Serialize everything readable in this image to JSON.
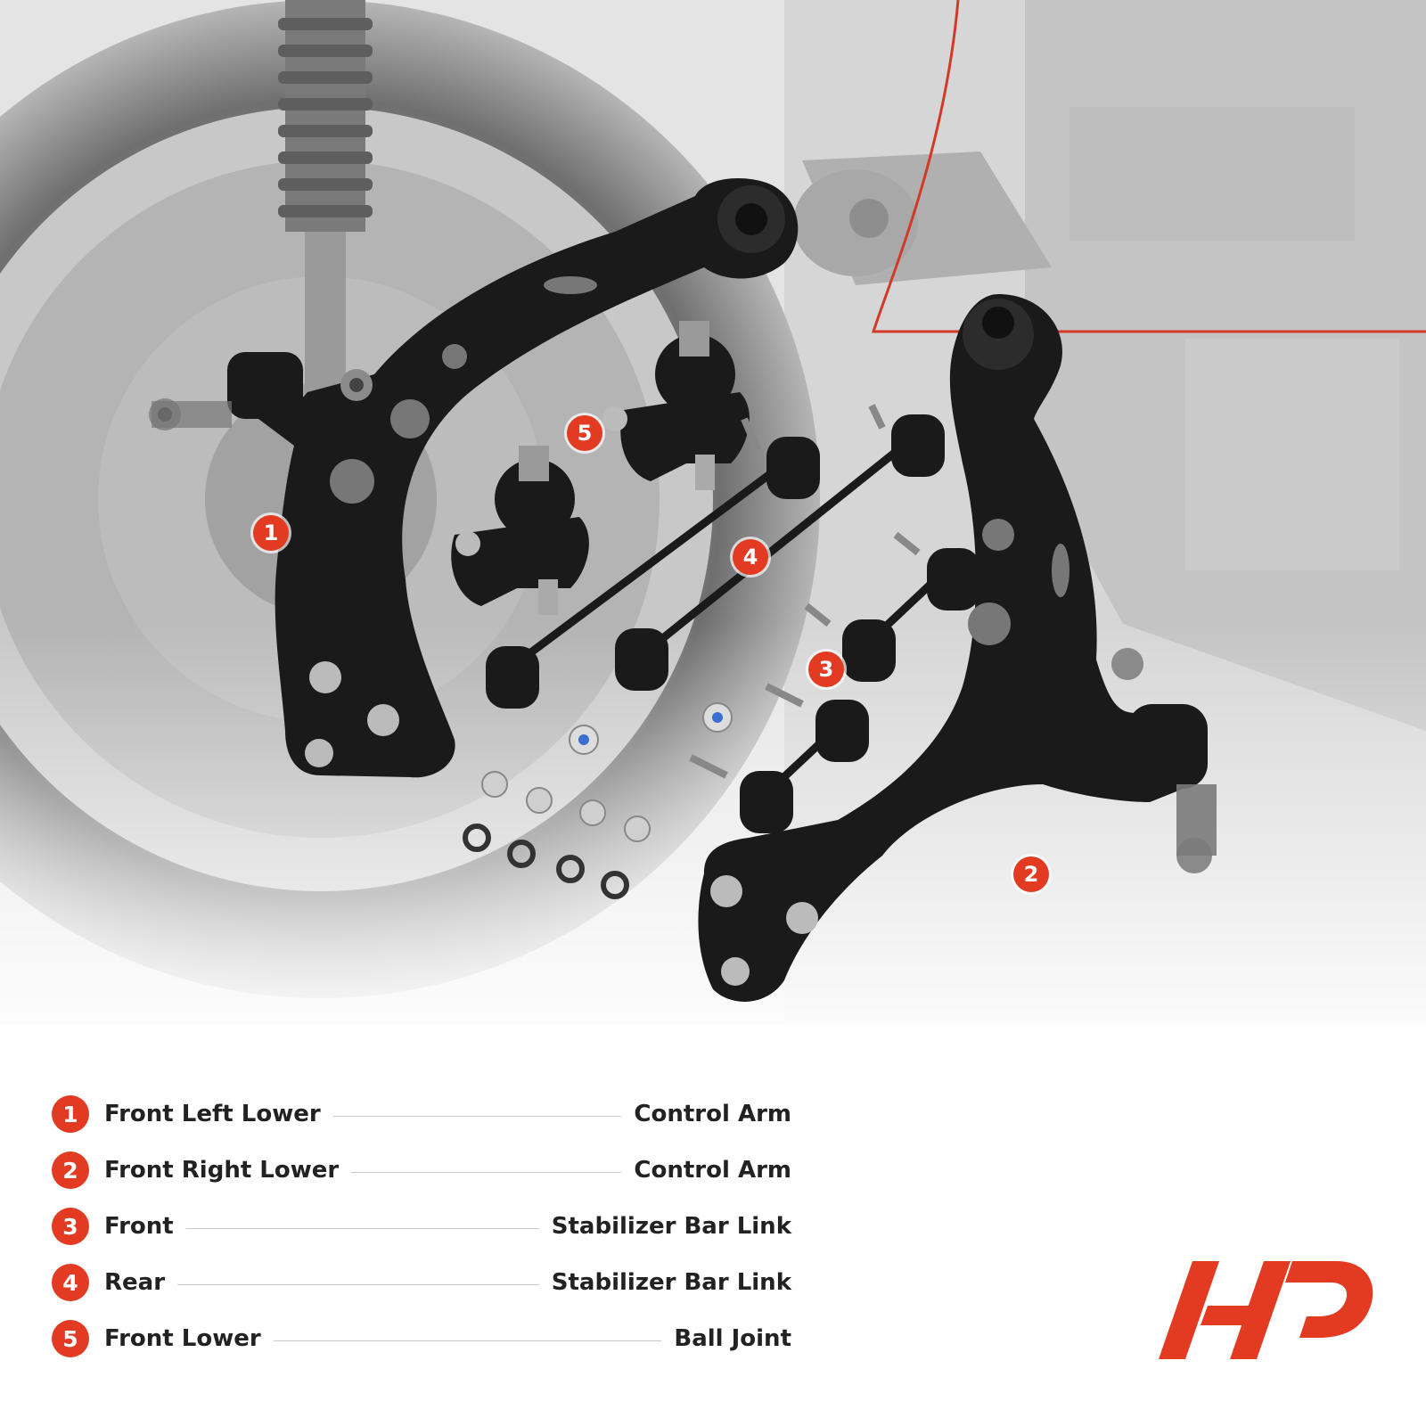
{
  "colors": {
    "accent": "#e23b22",
    "part": "#1a1a1a",
    "text": "#222222"
  },
  "callouts": [
    "1",
    "2",
    "3",
    "4",
    "5"
  ],
  "legend": [
    {
      "num": "1",
      "left": "Front Left Lower",
      "right": "Control Arm"
    },
    {
      "num": "2",
      "left": "Front Right Lower",
      "right": "Control Arm"
    },
    {
      "num": "3",
      "left": "Front",
      "right": "Stabilizer Bar Link"
    },
    {
      "num": "4",
      "left": "Rear",
      "right": "Stabilizer Bar Link"
    },
    {
      "num": "5",
      "left": "Front Lower",
      "right": "Ball Joint"
    }
  ],
  "logo_icon": "a-premium-logo"
}
